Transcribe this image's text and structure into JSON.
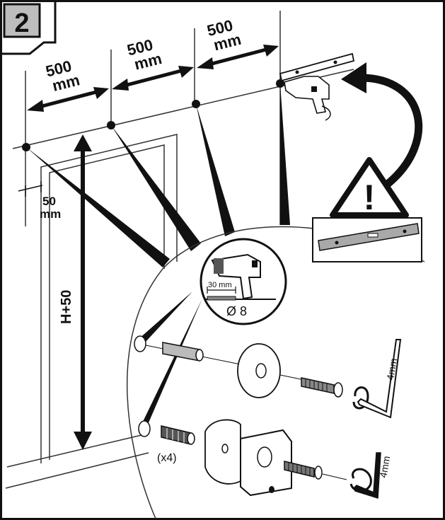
{
  "step": {
    "number": "2"
  },
  "dimensions": {
    "spacing_value": "500",
    "spacing_unit": "mm",
    "offset_value": "50",
    "offset_unit": "mm",
    "height_label": "H+50"
  },
  "drill": {
    "depth_label": "30 mm",
    "diameter_label": "Ø 8"
  },
  "hardware": {
    "quantity_label": "(x4)",
    "hex_key_top": "4mm",
    "hex_key_bottom": "4mm"
  },
  "warning": {
    "symbol": "!"
  }
}
